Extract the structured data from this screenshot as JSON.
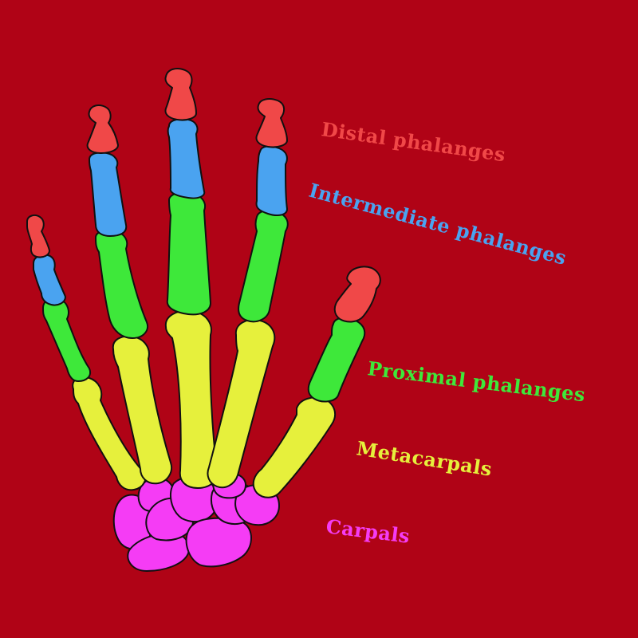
{
  "background_color": "#b00316",
  "labels": {
    "distal": {
      "text": "Distal phalanges",
      "color": "#f04848"
    },
    "intermediate": {
      "text": "Intermediate phalanges",
      "color": "#4aa3f0"
    },
    "proximal": {
      "text": "Proximal phalanges",
      "color": "#3ee83a"
    },
    "metacarpals": {
      "text": "Metacarpals",
      "color": "#e6f03c"
    },
    "carpals": {
      "text": "Carpals",
      "color": "#f53cf5"
    }
  }
}
